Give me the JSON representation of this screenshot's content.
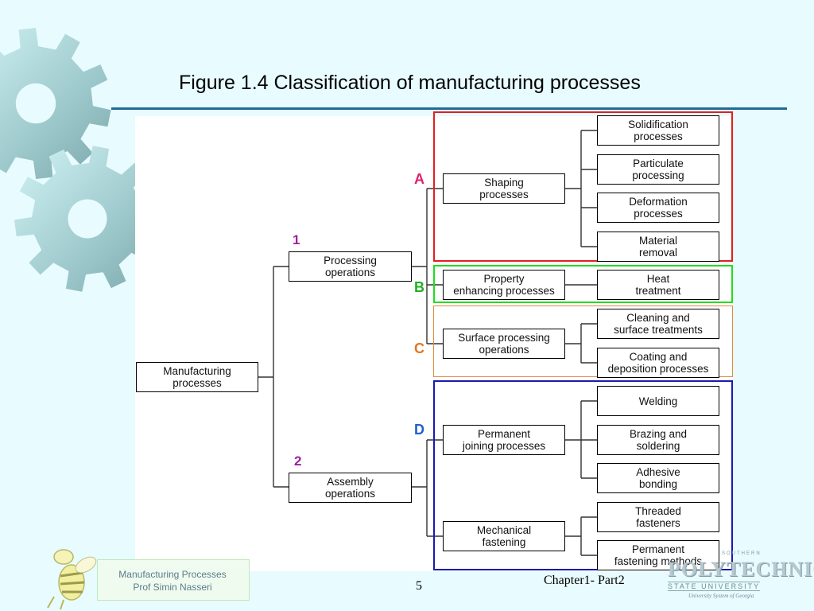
{
  "title": "Figure 1.4  Classification of manufacturing processes",
  "colors": {
    "background": "#e8fbff",
    "rule": "#1a6e9a",
    "group_a": "#e02020",
    "group_b": "#20dd20",
    "group_c": "#e08a40",
    "group_d": "#1a1ab0",
    "number_labels": "#a020a0"
  },
  "diagram": {
    "root": "Manufacturing\nprocesses",
    "processing": "Processing\noperations",
    "assembly": "Assembly\noperations",
    "shaping": "Shaping\nprocesses",
    "property": "Property\nenhancing processes",
    "surface": "Surface processing\noperations",
    "permanent": "Permanent\njoining processes",
    "mechanical": "Mechanical\nfastening",
    "solidification": "Solidification\nprocesses",
    "particulate": "Particulate\nprocessing",
    "deformation": "Deformation\nprocesses",
    "material_removal": "Material\nremoval",
    "heat_treatment": "Heat\ntreatment",
    "cleaning": "Cleaning and\nsurface treatments",
    "coating": "Coating and\ndeposition processes",
    "welding": "Welding",
    "brazing": "Brazing and\nsoldering",
    "adhesive": "Adhesive\nbonding",
    "threaded": "Threaded\nfasteners",
    "permanent_fastening": "Permanent\nfastening methods"
  },
  "group_labels": {
    "a": "A",
    "b": "B",
    "c": "C",
    "d": "D"
  },
  "number_labels": {
    "one": "1",
    "two": "2"
  },
  "footer": {
    "course": "Manufacturing Processes",
    "instructor": "Prof Simin Nasseri",
    "page_number": "5",
    "chapter": "Chapter1- Part2"
  },
  "logo": {
    "top": "SOUTHERN",
    "main": "POLYTECHNIC",
    "sub": "STATE UNIVERSITY",
    "tagline": "University System of Georgia"
  },
  "icons": {
    "gears": "gear-icon",
    "mascot": "bee-mascot-icon"
  }
}
